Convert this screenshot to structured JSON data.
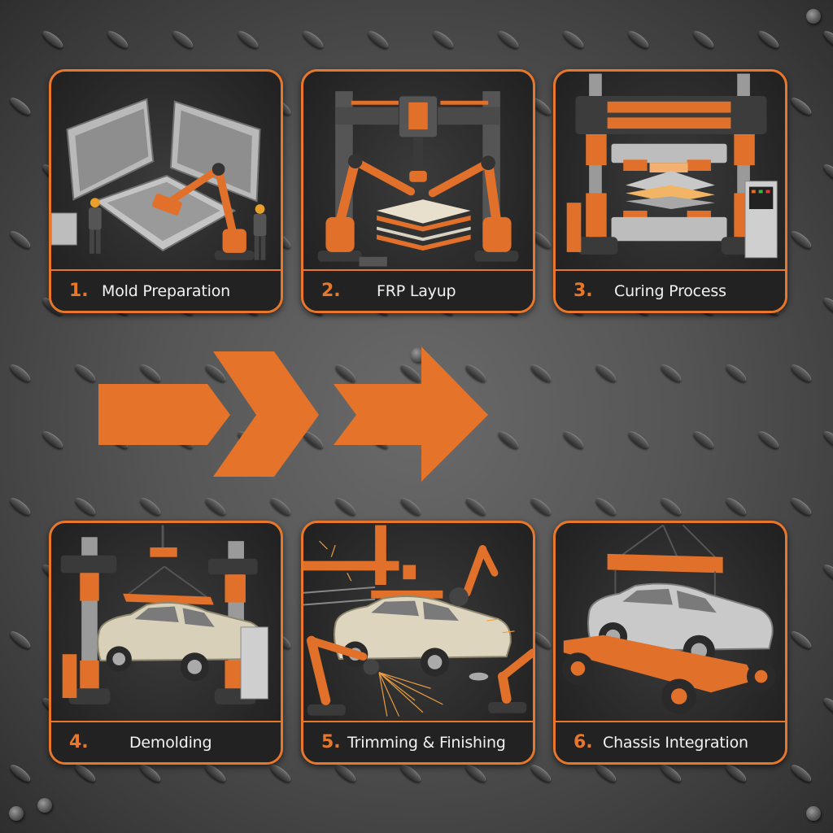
{
  "diagram": {
    "type": "process-flow",
    "accent_color": "#e8772a",
    "background": "dark diamond-plate steel",
    "arrow_direction": "left-to-right",
    "steps": [
      {
        "number": "1.",
        "title": "Mold Preparation",
        "illustration": "open metal molds with robotic arm polishing lower mold, two workers in hard hats"
      },
      {
        "number": "2.",
        "title": "FRP Layup",
        "illustration": "gantry frame with two orange robotic arms laying up stacked fiber layers"
      },
      {
        "number": "3.",
        "title": "Curing Process",
        "illustration": "hydraulic heated press curing layered composite, control cabinet"
      },
      {
        "number": "4.",
        "title": "Demolding",
        "illustration": "car body lifted by spreader beam between hydraulic columns"
      },
      {
        "number": "5.",
        "title": "Trimming & Finishing",
        "illustration": "robotic arms grinding car body with sparks"
      },
      {
        "number": "6.",
        "title": "Chassis Integration",
        "illustration": "car body lowered onto orange chassis with wheels"
      }
    ]
  }
}
